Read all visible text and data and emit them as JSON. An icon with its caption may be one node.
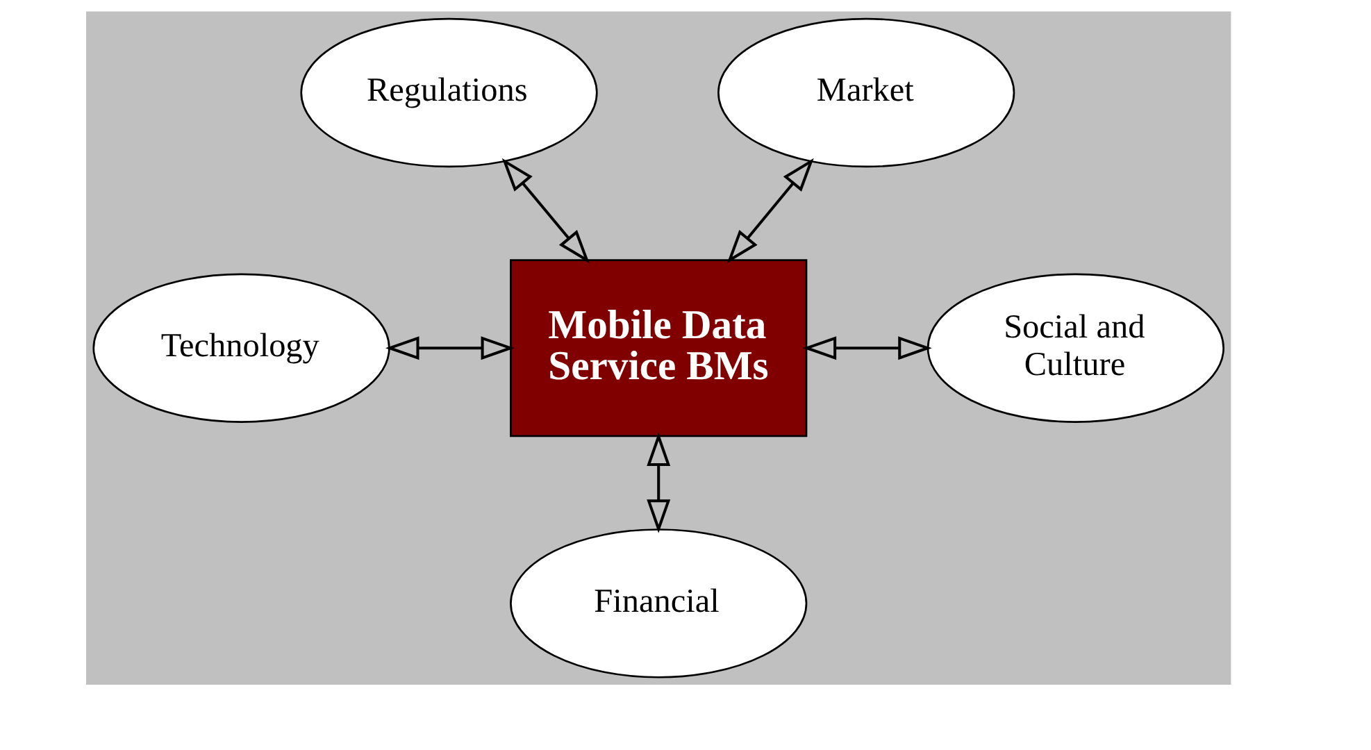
{
  "diagram": {
    "nodes": [
      {
        "text": [
          "Regulations"
        ]
      },
      {
        "text": [
          "Market"
        ]
      },
      {
        "text": [
          "Technology"
        ]
      },
      {
        "text": [
          "Mobile Data Service BMs"
        ]
      },
      {
        "text": [
          "Social and Culture"
        ]
      },
      {
        "text": [
          "Financial"
        ]
      }
    ],
    "edges": [
      {
        "from": 0,
        "to": 3,
        "arrow": "both"
      },
      {
        "from": 1,
        "to": 3,
        "arrow": "both"
      },
      {
        "from": 2,
        "to": 3,
        "arrow": "both"
      },
      {
        "from": 3,
        "to": 4,
        "arrow": "both"
      },
      {
        "from": 3,
        "to": 5,
        "arrow": "both"
      }
    ]
  }
}
